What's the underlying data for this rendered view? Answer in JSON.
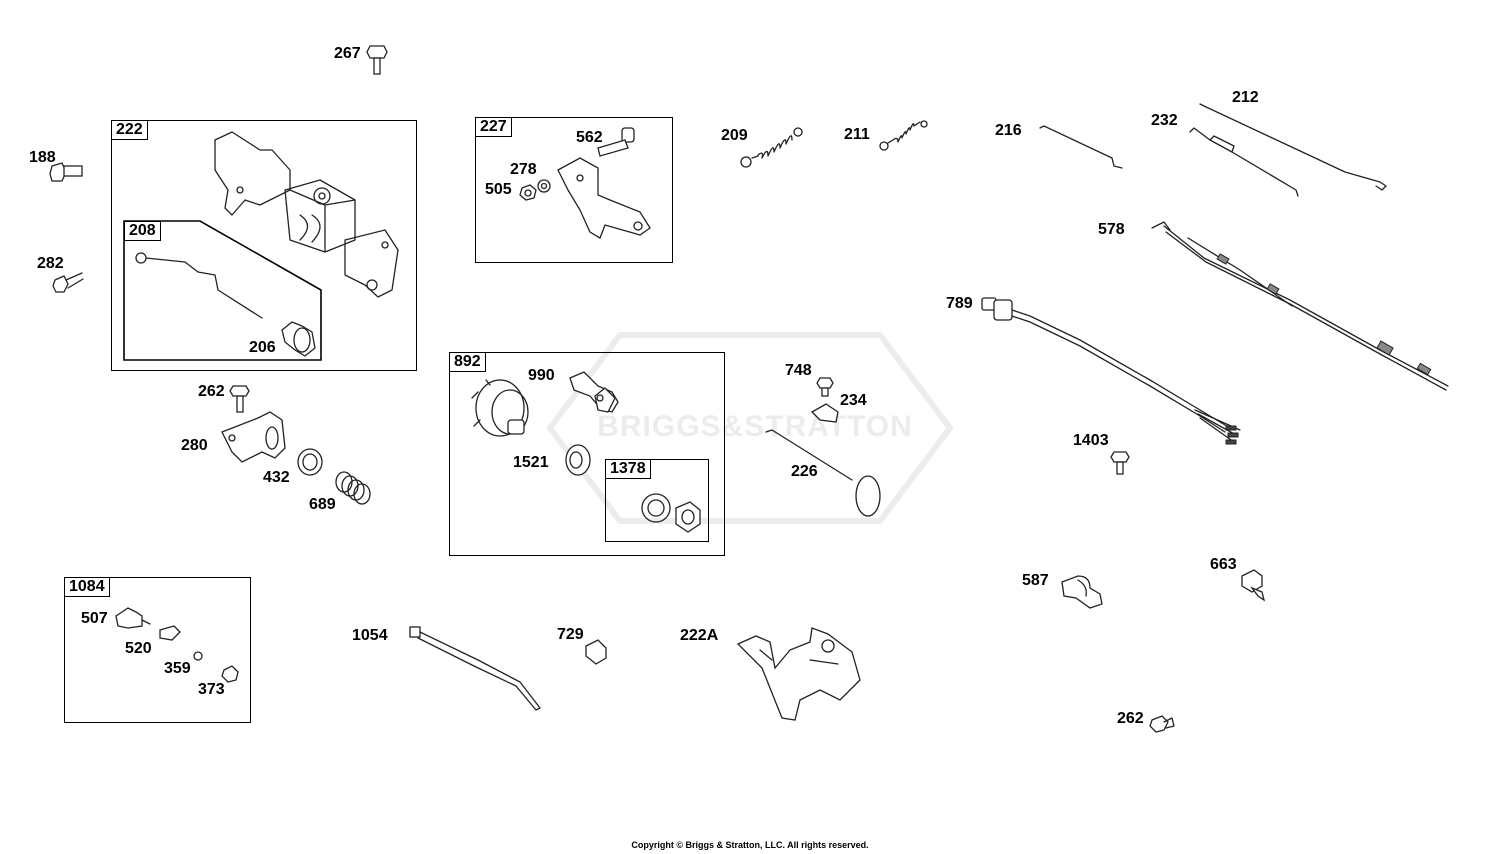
{
  "watermark": {
    "text": "BRIGGS&STRATTON"
  },
  "copyright": "Copyright © Briggs & Stratton, LLC. All rights reserved.",
  "groups": [
    {
      "id": "g222",
      "label": "222"
    },
    {
      "id": "g208",
      "label": "208"
    },
    {
      "id": "g227",
      "label": "227"
    },
    {
      "id": "g892",
      "label": "892"
    },
    {
      "id": "g1378",
      "label": "1378"
    },
    {
      "id": "g1084",
      "label": "1084"
    }
  ],
  "callouts": [
    "267",
    "188",
    "282",
    "206",
    "262",
    "280",
    "432",
    "689",
    "562",
    "278",
    "505",
    "990",
    "1521",
    "209",
    "211",
    "216",
    "232",
    "212",
    "578",
    "789",
    "748",
    "234",
    "226",
    "1403",
    "507",
    "520",
    "359",
    "373",
    "1054",
    "729",
    "222A",
    "587",
    "663",
    "262"
  ]
}
